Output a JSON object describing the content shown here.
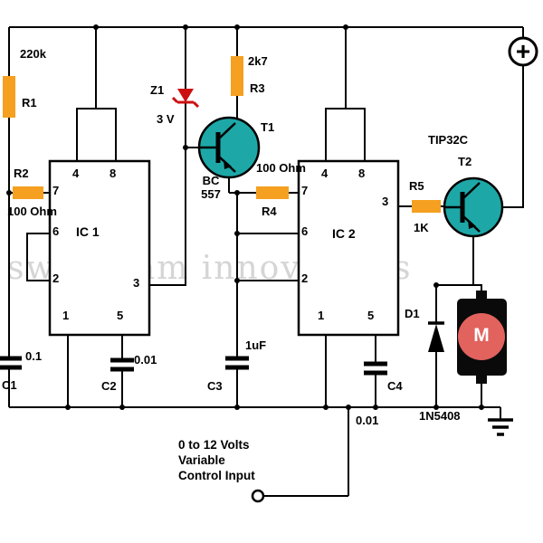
{
  "watermark": "swagatam innovations",
  "colors": {
    "wire": "#000000",
    "resistor_fill": "#F5A020",
    "transistor_fill": "#1EA7A7",
    "zener_red": "#CC1010",
    "motor_face": "#E2625E",
    "motor_body": "#0A0A0A",
    "background": "#FFFFFF"
  },
  "power": {
    "positive_label": "+"
  },
  "ic1": {
    "label": "IC 1",
    "pins": {
      "p1": "1",
      "p2": "2",
      "p3": "3",
      "p4": "4",
      "p5": "5",
      "p6": "6",
      "p7": "7",
      "p8": "8"
    }
  },
  "ic2": {
    "label": "IC 2",
    "pins": {
      "p1": "1",
      "p2": "2",
      "p3": "3",
      "p4": "4",
      "p5": "5",
      "p6": "6",
      "p7": "7",
      "p8": "8"
    }
  },
  "components": {
    "r1": {
      "ref": "R1",
      "value": "220k"
    },
    "r2": {
      "ref": "R2",
      "value": "100 Ohm"
    },
    "r3": {
      "ref": "R3",
      "value": "2k7"
    },
    "r4": {
      "ref": "R4",
      "value": "100 Ohm"
    },
    "r5": {
      "ref": "R5",
      "value": "1K"
    },
    "z1": {
      "ref": "Z1",
      "value": "3 V"
    },
    "t1": {
      "ref": "T1",
      "part": "BC\n557"
    },
    "t2": {
      "ref": "T2",
      "part": "TIP32C"
    },
    "d1": {
      "ref": "D1",
      "part": "1N5408"
    },
    "c1": {
      "ref": "C1",
      "value": "0.1"
    },
    "c2": {
      "ref": "C2",
      "value": "0.01"
    },
    "c3": {
      "ref": "C3",
      "value": "1uF"
    },
    "c4": {
      "ref": "C4",
      "value": "0.01"
    },
    "motor": {
      "label": "M"
    }
  },
  "input": {
    "note": "0 to 12 Volts\nVariable\nControl Input"
  }
}
